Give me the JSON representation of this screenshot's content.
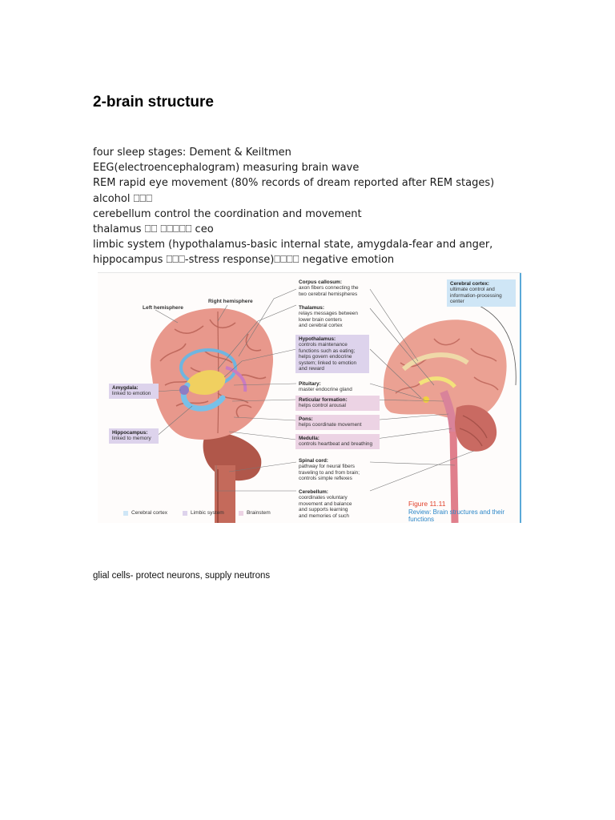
{
  "document": {
    "title": "2-brain structure",
    "lines": [
      "four sleep stages: Dement & Keiltmen",
      "EEG(electroencephalogram) measuring brain wave",
      "REM rapid eye movement (80% records of dream reported after REM stages)",
      "alcohol ⎕⎕⎕",
      "cerebellum control the coordination and movement",
      "thalamus ⎕⎕ ⎕⎕⎕⎕⎕ ceo",
      "limbic system (hypothalamus-basic internal state, amygdala-fear and anger,",
      "hippocampus ⎕⎕⎕-stress response)⎕⎕⎕⎕ negative emotion"
    ],
    "footer": "glial cells- protect neurons, supply neutrons"
  },
  "figure": {
    "left_hemisphere": "Left hemisphere",
    "right_hemisphere": "Right hemisphere",
    "amygdala": {
      "term": "Amygdala:",
      "desc": [
        "linked to",
        "emotion"
      ]
    },
    "hippocampus": {
      "term": "Hippocampus:",
      "desc": [
        "linked to",
        "memory"
      ]
    },
    "corpus_callosum": {
      "term": "Corpus callosum:",
      "desc": [
        "axon fibers connecting the",
        "two cerebral hemispheres"
      ]
    },
    "thalamus": {
      "term": "Thalamus:",
      "desc": [
        "relays messages between",
        "lower brain centers",
        "and cerebral cortex"
      ]
    },
    "hypothalamus": {
      "term": "Hypothalamus:",
      "desc": [
        "controls maintenance",
        "functions such as eating;",
        "helps govern endocrine",
        "system; linked to emotion",
        "and reward"
      ]
    },
    "pituitary": {
      "term": "Pituitary:",
      "desc": [
        "master endocrine gland"
      ]
    },
    "reticular": {
      "term": "Reticular formation:",
      "desc": [
        "helps control arousal"
      ]
    },
    "pons": {
      "term": "Pons:",
      "desc": [
        "helps coordinate movement"
      ]
    },
    "medulla": {
      "term": "Medulla:",
      "desc": [
        "controls heartbeat and",
        "breathing"
      ]
    },
    "spinal_cord": {
      "term": "Spinal cord:",
      "desc": [
        "pathway for neural fibers",
        "traveling to and from brain;",
        "controls simple reflexes"
      ]
    },
    "cerebellum": {
      "term": "Cerebellum:",
      "desc": [
        "coordinates voluntary",
        "movement and balance",
        "and supports learning",
        "and memories of such"
      ]
    },
    "cerebral_cortex": {
      "term": "Cerebral cortex:",
      "desc": [
        "ultimate control and",
        "information-processing",
        "center"
      ]
    },
    "figure_number": "Figure 11.11",
    "caption": "Review: Brain structures and their functions",
    "legend": [
      "Cerebral cortex",
      "Limbic system",
      "Brainstem"
    ],
    "colors": {
      "cortex": "#cfe6f6",
      "limbic": "#ddd3ec",
      "brainstem": "#ecd3e4",
      "figure_num": "#e0402a",
      "caption": "#2a86c8"
    }
  }
}
